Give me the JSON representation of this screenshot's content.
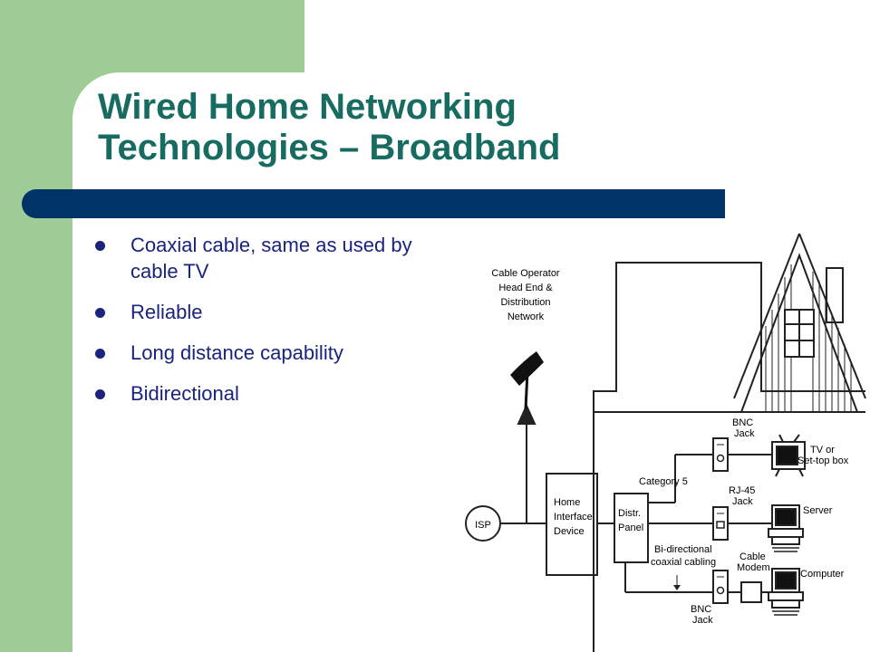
{
  "slide": {
    "title_line1": "Wired Home Networking",
    "title_line2": "Technologies – Broadband",
    "bullets": [
      "Coaxial cable, same as used by cable TV",
      "Reliable",
      "Long distance capability",
      "Bidirectional"
    ],
    "colors": {
      "title": "#186b60",
      "accent_green": "#9fcc97",
      "title_bar": "#003366",
      "bullet_text": "#1a237e"
    }
  },
  "diagram": {
    "operator": [
      "Cable Operator",
      "Head End &",
      "Distribution",
      "Network"
    ],
    "isp": "ISP",
    "hid": [
      "Home",
      "Interface",
      "Device"
    ],
    "panel": [
      "Distr.",
      "Panel"
    ],
    "category": "Category 5",
    "coax": [
      "Bi-directional",
      "coaxial cabling"
    ],
    "bnc_top": [
      "BNC",
      "Jack"
    ],
    "rj45": [
      "RJ-45",
      "Jack"
    ],
    "cable_modem": [
      "Cable",
      "Modem"
    ],
    "bnc_bottom": [
      "BNC",
      "Jack"
    ],
    "tv": [
      "TV or",
      "Set-top box"
    ],
    "server": "Server",
    "computer": "Computer"
  }
}
